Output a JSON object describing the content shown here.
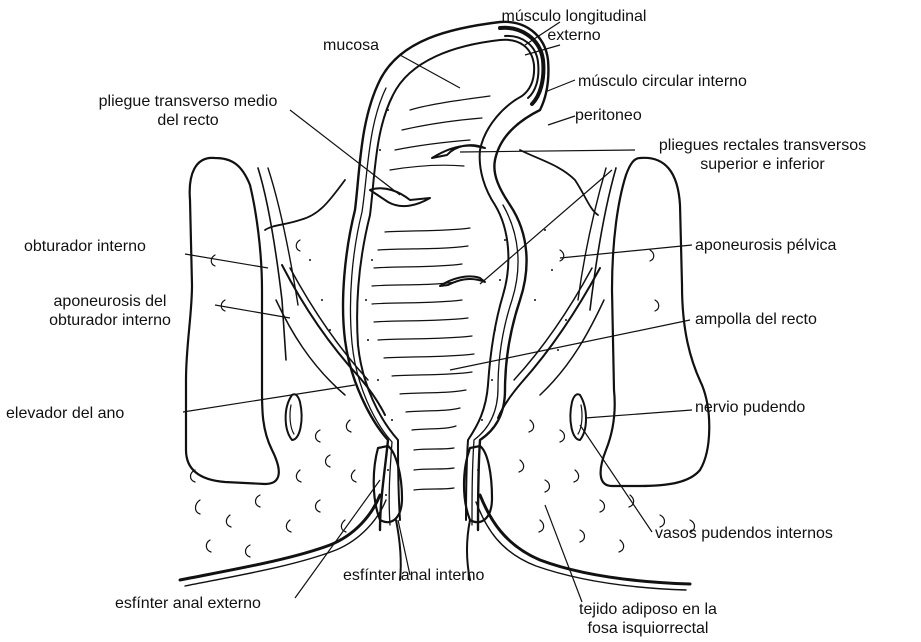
{
  "labels": {
    "musculo_longitudinal": [
      "músculo longitudinal",
      "externo"
    ],
    "mucosa": "mucosa",
    "musculo_circular": "músculo circular interno",
    "pliegue_transverso": [
      "pliegue transverso medio",
      "del recto"
    ],
    "peritoneo": "peritoneo",
    "pliegues_rectales": [
      "pliegues rectales transversos",
      "superior e inferior"
    ],
    "obturador_interno": "obturador interno",
    "aponeurosis_pelvica": "aponeurosis pélvica",
    "aponeurosis_obturador": [
      "aponeurosis del",
      "obturador interno"
    ],
    "ampolla": "ampolla del recto",
    "elevador": "elevador del ano",
    "nervio_pudendo": "nervio pudendo",
    "vasos_pudendos": "vasos pudendos internos",
    "esfinter_interno": "esfínter anal interno",
    "esfinter_externo": "esfínter anal externo",
    "tejido_adiposo": [
      "tejido adiposo en la",
      "fosa isquiorrectal"
    ]
  }
}
